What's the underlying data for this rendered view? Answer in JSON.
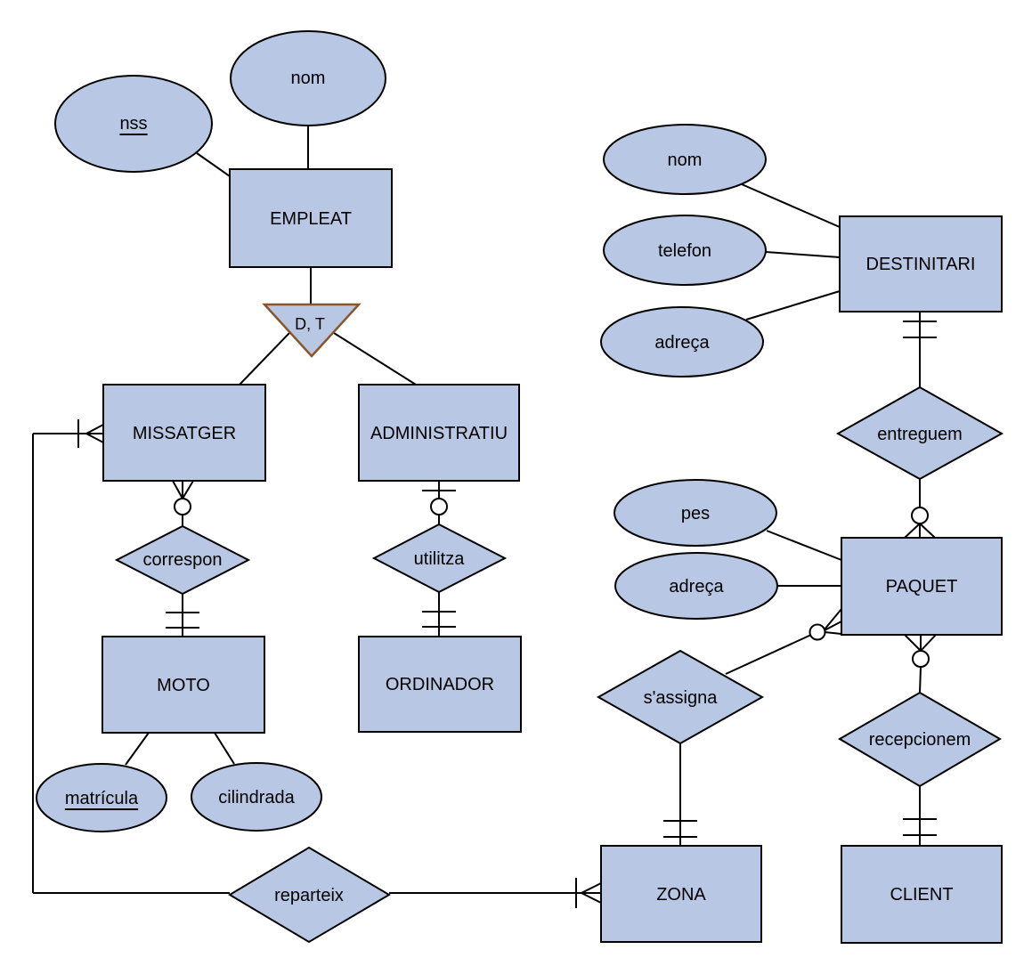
{
  "diagram_type": "entity-relationship-diagram",
  "entities": {
    "empleat": {
      "label": "EMPLEAT"
    },
    "missatger": {
      "label": "MISSATGER"
    },
    "administratiu": {
      "label": "ADMINISTRATIU"
    },
    "moto": {
      "label": "MOTO"
    },
    "ordinador": {
      "label": "ORDINADOR"
    },
    "destinitari": {
      "label": "DESTINITARI"
    },
    "paquet": {
      "label": "PAQUET"
    },
    "zona": {
      "label": "ZONA"
    },
    "client": {
      "label": "CLIENT"
    }
  },
  "relationships": {
    "correspon": {
      "label": "correspon"
    },
    "utilitza": {
      "label": "utilitza"
    },
    "entreguem": {
      "label": "entreguem"
    },
    "sassigna": {
      "label": "s'assigna"
    },
    "recepcionem": {
      "label": "recepcionem"
    },
    "reparteix": {
      "label": "reparteix"
    }
  },
  "attributes": {
    "nss": {
      "label": "nss",
      "is_key": true
    },
    "nom_empleat": {
      "label": "nom"
    },
    "matricula": {
      "label": "matrícula",
      "is_key": true
    },
    "cilindrada": {
      "label": "cilindrada"
    },
    "nom_destinitari": {
      "label": "nom"
    },
    "telefon": {
      "label": "telefon"
    },
    "adreca_destinitari": {
      "label": "adreça"
    },
    "pes": {
      "label": "pes"
    },
    "adreca_paquet": {
      "label": "adreça"
    }
  },
  "specialization": {
    "label": "D, T"
  },
  "colors": {
    "shape_fill": "#b8c7e3",
    "shape_stroke": "#000000",
    "specialization_stroke": "#8a5527",
    "background": "#ffffff"
  }
}
